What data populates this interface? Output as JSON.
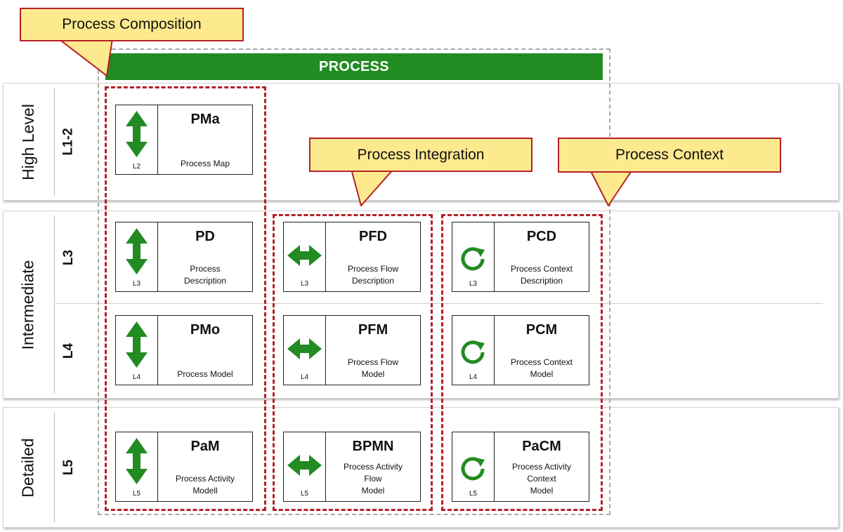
{
  "header": {
    "process_label": "PROCESS"
  },
  "callouts": {
    "composition": "Process Composition",
    "integration": "Process Integration",
    "context": "Process Context"
  },
  "bands": {
    "high": {
      "label": "High Level",
      "level": "L1-2"
    },
    "intermediate": {
      "label": "Intermediate",
      "level_a": "L3",
      "level_b": "L4"
    },
    "detailed": {
      "label": "Detailed",
      "level": "L5"
    }
  },
  "icons": {
    "composition": "vertical-double-arrow-icon",
    "integration": "horizontal-double-arrow-icon",
    "context": "circular-arrow-icon"
  },
  "colors": {
    "green": "#228b22",
    "red_dash": "#b52026",
    "callout_fill": "#fdea8f",
    "gray_dash": "#a9a9a9"
  },
  "cards": {
    "pma": {
      "code": "PMa",
      "desc": "Process Map",
      "level": "L2"
    },
    "pd": {
      "code": "PD",
      "desc": "Process\nDescription",
      "level": "L3"
    },
    "pmo": {
      "code": "PMo",
      "desc": "Process Model",
      "level": "L4"
    },
    "pam": {
      "code": "PaM",
      "desc": "Process Activity\nModell",
      "level": "L5"
    },
    "pfd": {
      "code": "PFD",
      "desc": "Process Flow\nDescription",
      "level": "L3"
    },
    "pfm": {
      "code": "PFM",
      "desc": "Process Flow\nModel",
      "level": "L4"
    },
    "bpmn": {
      "code": "BPMN",
      "desc": "Process Activity\nFlow\nModel",
      "level": "L5"
    },
    "pcd": {
      "code": "PCD",
      "desc": "Process Context\nDescription",
      "level": "L3"
    },
    "pcm": {
      "code": "PCM",
      "desc": "Process Context\nModel",
      "level": "L4"
    },
    "pacm": {
      "code": "PaCM",
      "desc": "Process Activity\nContext\nModel",
      "level": "L5"
    }
  }
}
